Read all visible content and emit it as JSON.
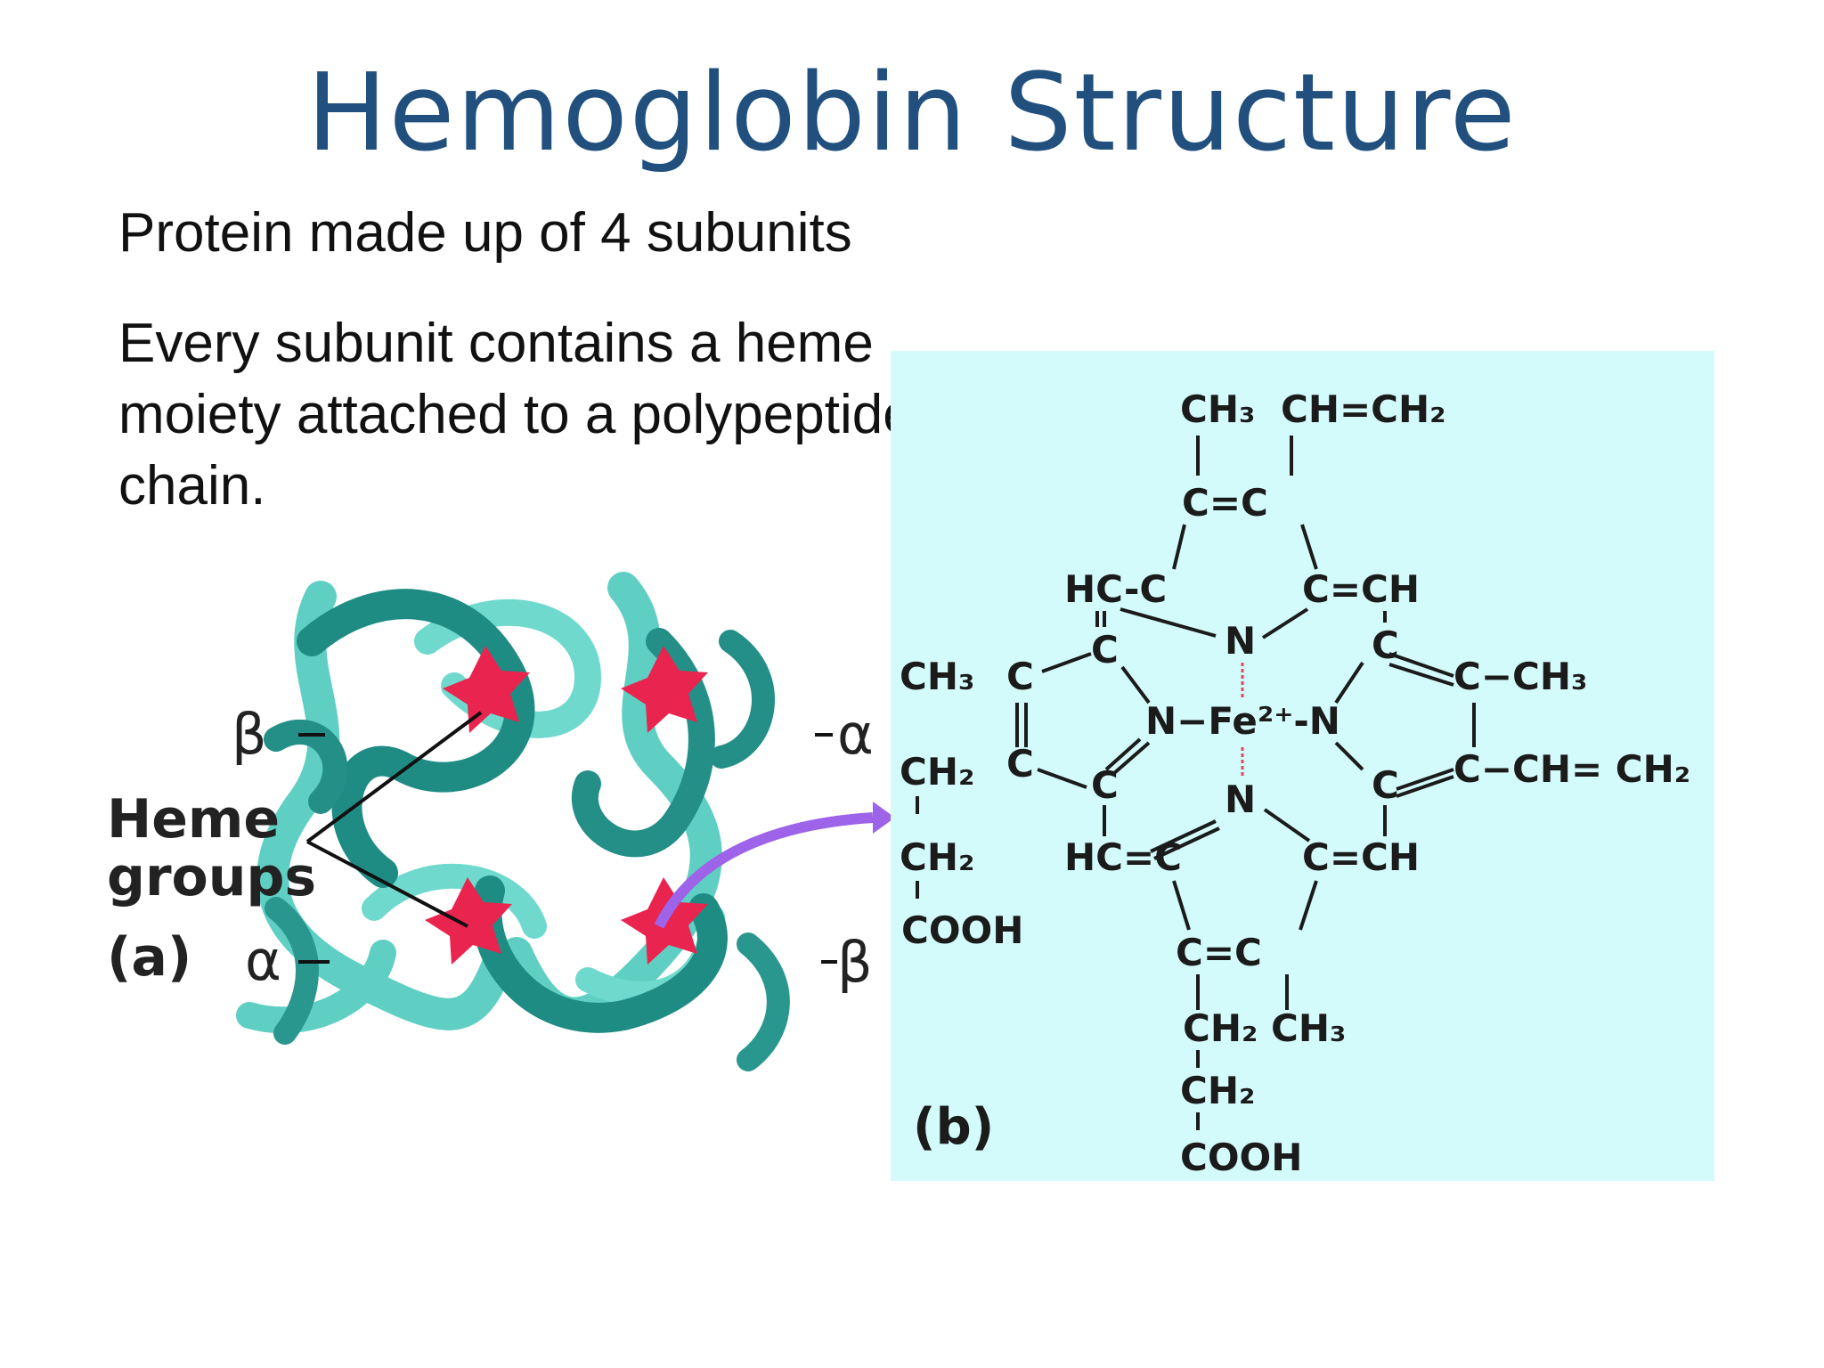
{
  "title": "Hemoglobin Structure",
  "bullets": [
    "Protein made up of 4 subunits",
    "Every subunit contains a heme moiety attached to a polypeptide chain."
  ],
  "figure_a": {
    "label": "(a)",
    "heme_label_line1": "Heme",
    "heme_label_line2": "groups",
    "subunit_labels": {
      "top_left": "β",
      "top_right": "α",
      "bottom_left": "α",
      "bottom_right": "β"
    },
    "colors": {
      "light_chain": "#5fcfc4",
      "dark_chain": "#1f8c84",
      "heme": "#e8244f",
      "arrow": "#9d63e8"
    }
  },
  "figure_b": {
    "label": "(b)",
    "background": "#d4fbfc",
    "atoms": {
      "top_ch3": "CH₃",
      "top_vinyl": "CH=CH₂",
      "top_cc": "C=C",
      "hc_c_top": "HC-C",
      "c_eq_ch_top": "C=CH",
      "n_top": "N",
      "c_left_upper": "C",
      "c_right_upper": "C",
      "left_ch3": "CH₃",
      "left_c_upper": "C",
      "right_c_ch3": "C−CH₃",
      "fe": "N−Fe²⁺-N",
      "left_ch2": "CH₂",
      "left_c_lower": "C",
      "c_left_lower": "C",
      "c_right_lower": "C",
      "right_vinyl": "C−CH= CH₂",
      "n_bottom": "N",
      "left_ch2_b": "CH₂",
      "hc_c_bottom": "HC=C",
      "c_eq_ch_bottom": "C=CH",
      "left_cooh": "COOH",
      "bottom_cc": "C=C",
      "bottom_ch2_ch3": "CH₂ CH₃",
      "bottom_ch2": "CH₂",
      "bottom_cooh": "COOH"
    }
  }
}
